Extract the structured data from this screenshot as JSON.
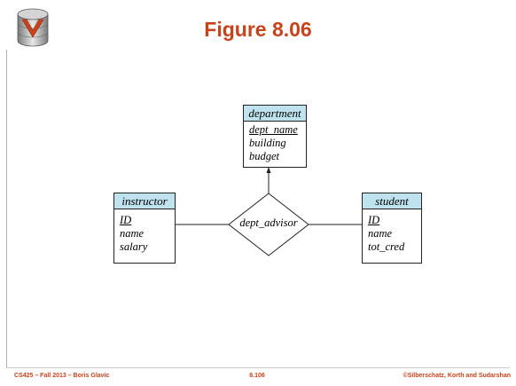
{
  "slide": {
    "title": "Figure 8.06",
    "footer_left": "CS425 – Fall 2013 – Boris Glavic",
    "footer_center": "8.106",
    "footer_right": "©Silberschatz, Korth and Sudarshan",
    "logo_icon": "database-cylinder-icon"
  },
  "diagram": {
    "entities": {
      "department": {
        "name": "department",
        "attributes": [
          {
            "text": "dept_name",
            "primary_key": true
          },
          {
            "text": "building",
            "primary_key": false
          },
          {
            "text": "budget",
            "primary_key": false
          }
        ]
      },
      "instructor": {
        "name": "instructor",
        "attributes": [
          {
            "text": "ID",
            "primary_key": true
          },
          {
            "text": "name",
            "primary_key": false
          },
          {
            "text": "salary",
            "primary_key": false
          }
        ]
      },
      "student": {
        "name": "student",
        "attributes": [
          {
            "text": "ID",
            "primary_key": true
          },
          {
            "text": "name",
            "primary_key": false
          },
          {
            "text": "tot_cred",
            "primary_key": false
          }
        ]
      }
    },
    "relationship": {
      "name": "dept_advisor"
    },
    "colors": {
      "entity_header": "#bfe3ee",
      "title": "#c8421a"
    }
  }
}
